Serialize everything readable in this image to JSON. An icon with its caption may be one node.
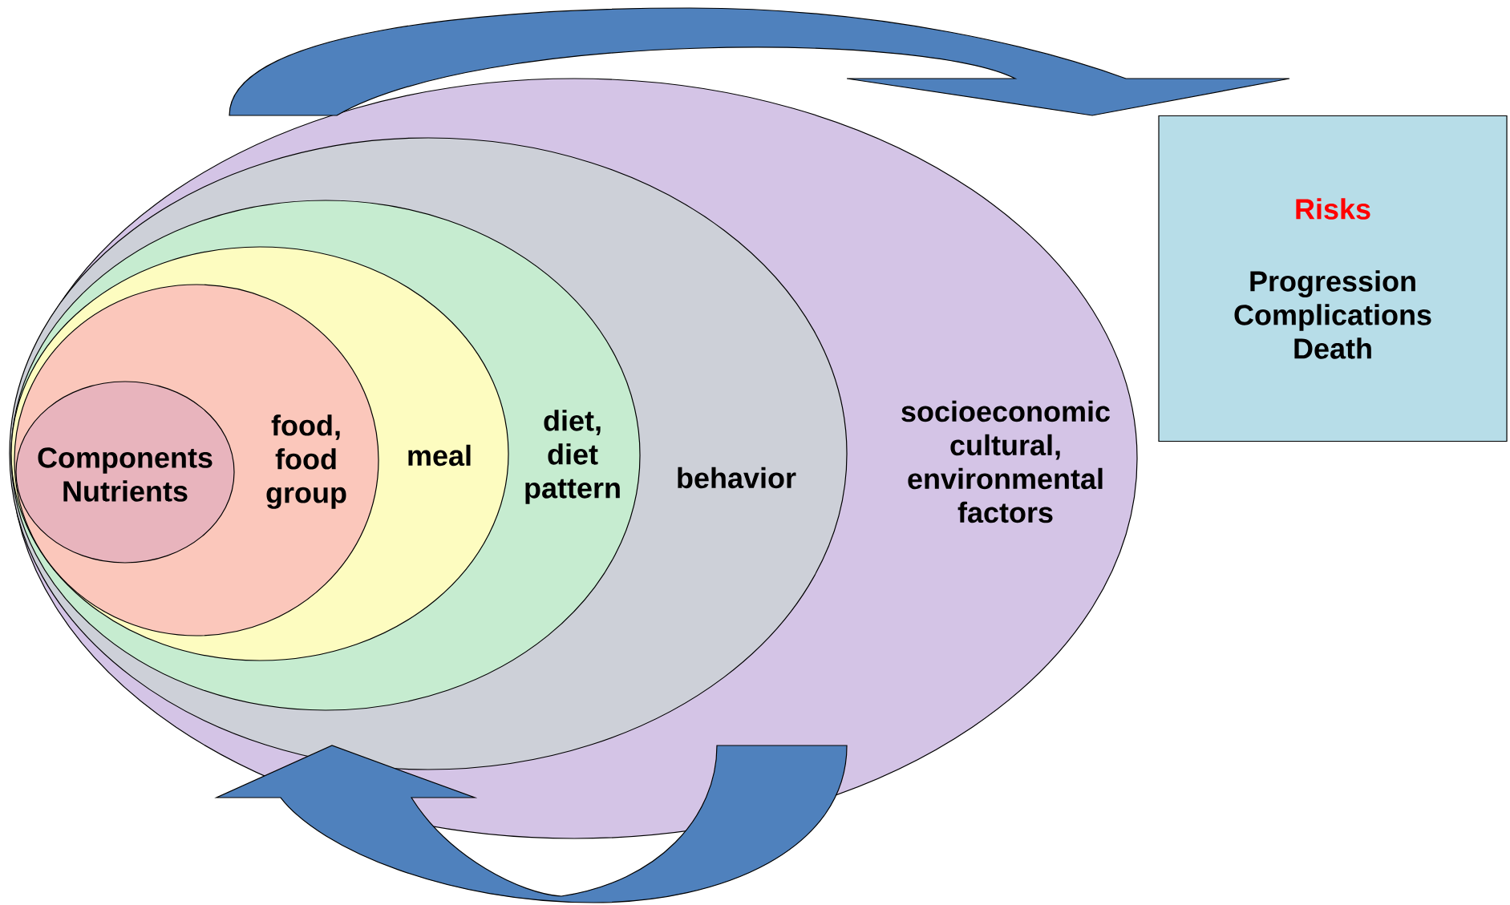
{
  "diagram": {
    "nodes": [
      {
        "text": [
          "socioeconomic cultural, environmental factors"
        ]
      },
      {
        "text": [
          "behavior"
        ],
        "in": 0
      },
      {
        "text": [
          "diet, diet pattern"
        ],
        "in": 1
      },
      {
        "text": [
          "meal"
        ],
        "in": 2
      },
      {
        "text": [
          "food, food group"
        ],
        "in": 3
      },
      {
        "text": [
          "Components Nutrients"
        ],
        "in": 4
      },
      {
        "text": [
          "Risks",
          "Progression Complications Death"
        ]
      }
    ],
    "edges": [
      {
        "from": 0,
        "to": 6,
        "arrow": "to"
      },
      {
        "from": 0,
        "to": 1,
        "arrow": "to"
      }
    ]
  }
}
